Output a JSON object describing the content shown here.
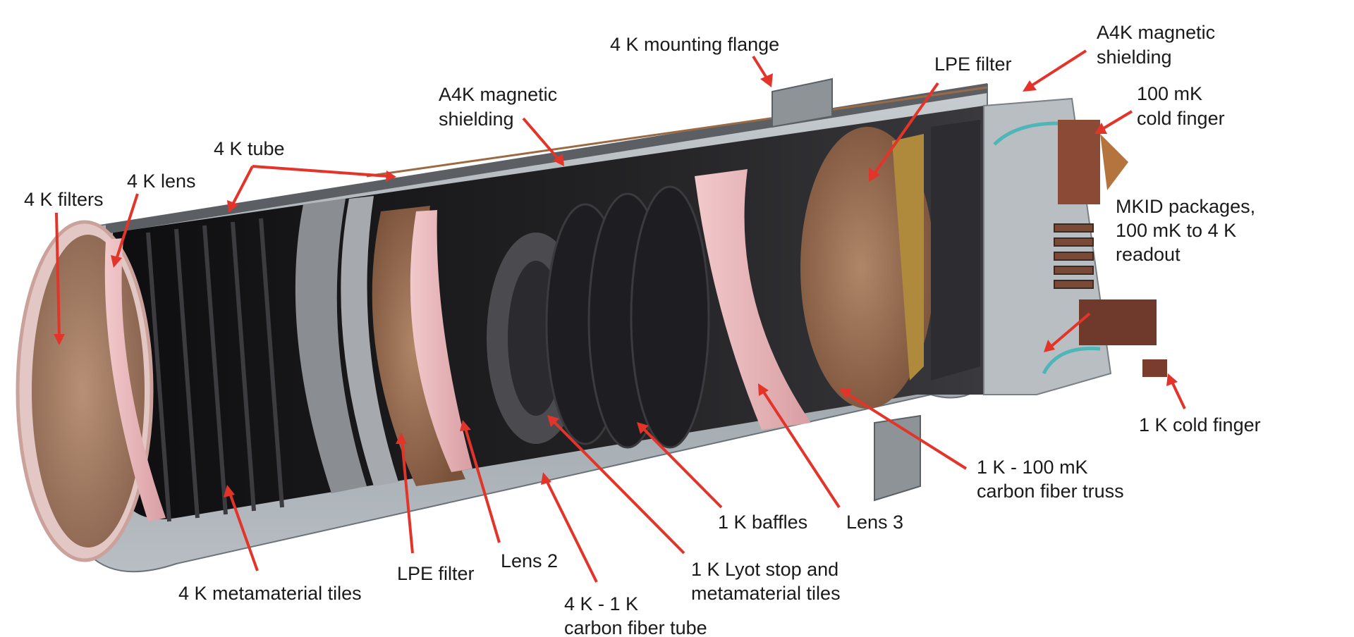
{
  "labels": {
    "mounting_flange": "4 K mounting flange",
    "a4k_right_1": "A4K magnetic",
    "a4k_right_2": "shielding",
    "lpe_top": "LPE filter",
    "cold_finger_100mk_1": "100 mK",
    "cold_finger_100mk_2": "cold finger",
    "a4k_mid_1": "A4K magnetic",
    "a4k_mid_2": "shielding",
    "tube_4k": "4 K tube",
    "lens_4k": "4 K lens",
    "filters_4k": "4 K filters",
    "mkid_1": "MKID packages,",
    "mkid_2": "100 mK to 4 K",
    "mkid_3": "readout",
    "cold_finger_1k": "1 K cold finger",
    "truss_1": "1 K - 100 mK",
    "truss_2": "carbon fiber truss",
    "baffles_1k": "1 K baffles",
    "lens_3": "Lens 3",
    "lyot_1": "1 K Lyot stop and",
    "lyot_2": "metamaterial tiles",
    "lens_2": "Lens 2",
    "lpe_bottom": "LPE filter",
    "tiles_4k": "4 K metamaterial tiles",
    "cf_tube_1": "4 K - 1 K",
    "cf_tube_2": "carbon fiber tube"
  },
  "colors": {
    "arrow": "#e3342a",
    "text": "#1a1a1a",
    "tube_grey": "#9aa3aa",
    "copper": "#8a5a3c",
    "lens_pink": "#e9b5b8",
    "interior_dark": "#1c1c1e"
  }
}
